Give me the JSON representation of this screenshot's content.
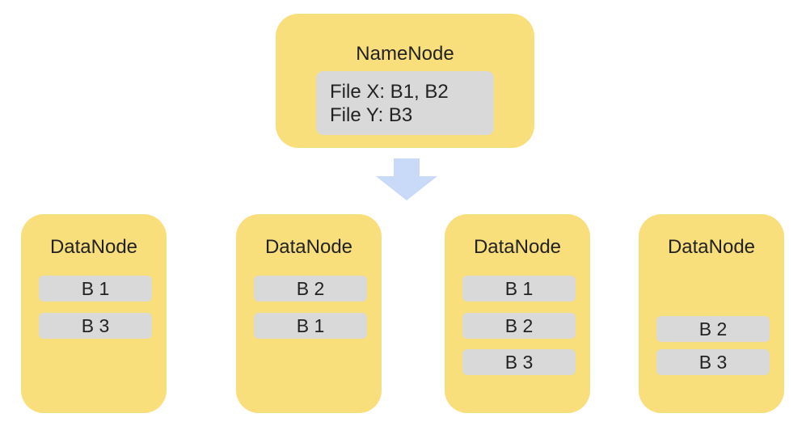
{
  "namenode": {
    "title": "NameNode",
    "metadata": [
      "File X: B1, B2",
      "File Y: B3"
    ]
  },
  "datanodes": [
    {
      "title": "DataNode",
      "blocks": [
        "B 1",
        "B 3"
      ]
    },
    {
      "title": "DataNode",
      "blocks": [
        "B 2",
        "B 1"
      ]
    },
    {
      "title": "DataNode",
      "blocks": [
        "B 1",
        "B 2",
        "B 3"
      ]
    },
    {
      "title": "DataNode",
      "blocks": [
        "B 2",
        "B 3"
      ]
    }
  ],
  "colors": {
    "node_fill": "#f9df7c",
    "block_fill": "#d9d9d9",
    "arrow_fill": "#c9daf8",
    "text": "#222222"
  }
}
